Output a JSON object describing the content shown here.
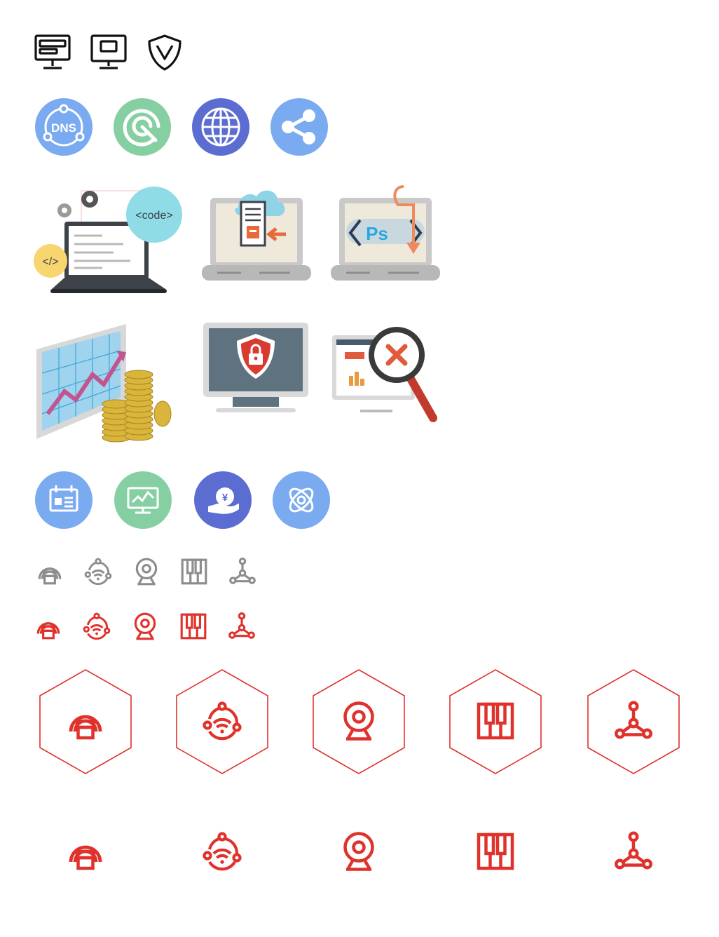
{
  "palette": {
    "black": "#111111",
    "blue": "#7aaaf0",
    "green": "#86cfa2",
    "indigo": "#5b6dd0",
    "gray_icon": "#8d8d8d",
    "red": "#e0322c"
  },
  "row1_outline_icons": [
    "server-monitor-icon",
    "desktop-monitor-icon",
    "shield-icon"
  ],
  "row2_circle_icons": [
    "dns-icon",
    "refresh-cycle-icon",
    "globe-icon",
    "share-icon"
  ],
  "row2_dns_text": "DNS",
  "row3_illustrations": [
    "code-laptop-illustration",
    "cloud-upload-laptop-illustration",
    "photoshop-laptop-illustration"
  ],
  "code_bubble_text": "<code>",
  "code_tag_text": "</>",
  "ps_text": "Ps",
  "row4_illustrations": [
    "finance-growth-illustration",
    "security-monitor-illustration",
    "search-error-monitor-illustration"
  ],
  "row5_circle_icons": [
    "calendar-icon",
    "monitor-chart-icon",
    "hand-money-icon",
    "atom-icon"
  ],
  "yen_symbol": "¥",
  "line_icon_set": [
    "robot-vacuum-icon",
    "smart-hub-icon",
    "webcam-icon",
    "piano-keys-icon",
    "network-nodes-icon"
  ]
}
